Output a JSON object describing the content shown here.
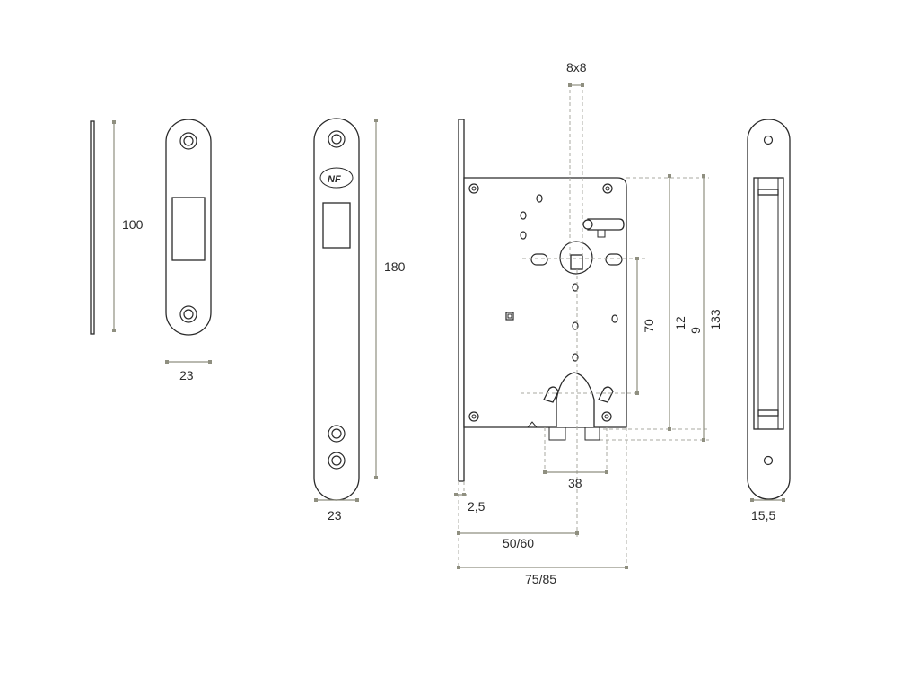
{
  "dimensions": {
    "strike_length": "100",
    "strike_width": "23",
    "faceplate_length": "180",
    "faceplate_width": "23",
    "spindle": "8x8",
    "spindle_to_cylinder": "70",
    "case_height_a": "12",
    "case_height_b": "9",
    "overall_height": "133",
    "cylinder_width": "38",
    "faceplate_thickness": "2,5",
    "backset": "50/60",
    "case_depth": "75/85",
    "side_width": "15,5"
  },
  "logo": {
    "text": "NF"
  }
}
